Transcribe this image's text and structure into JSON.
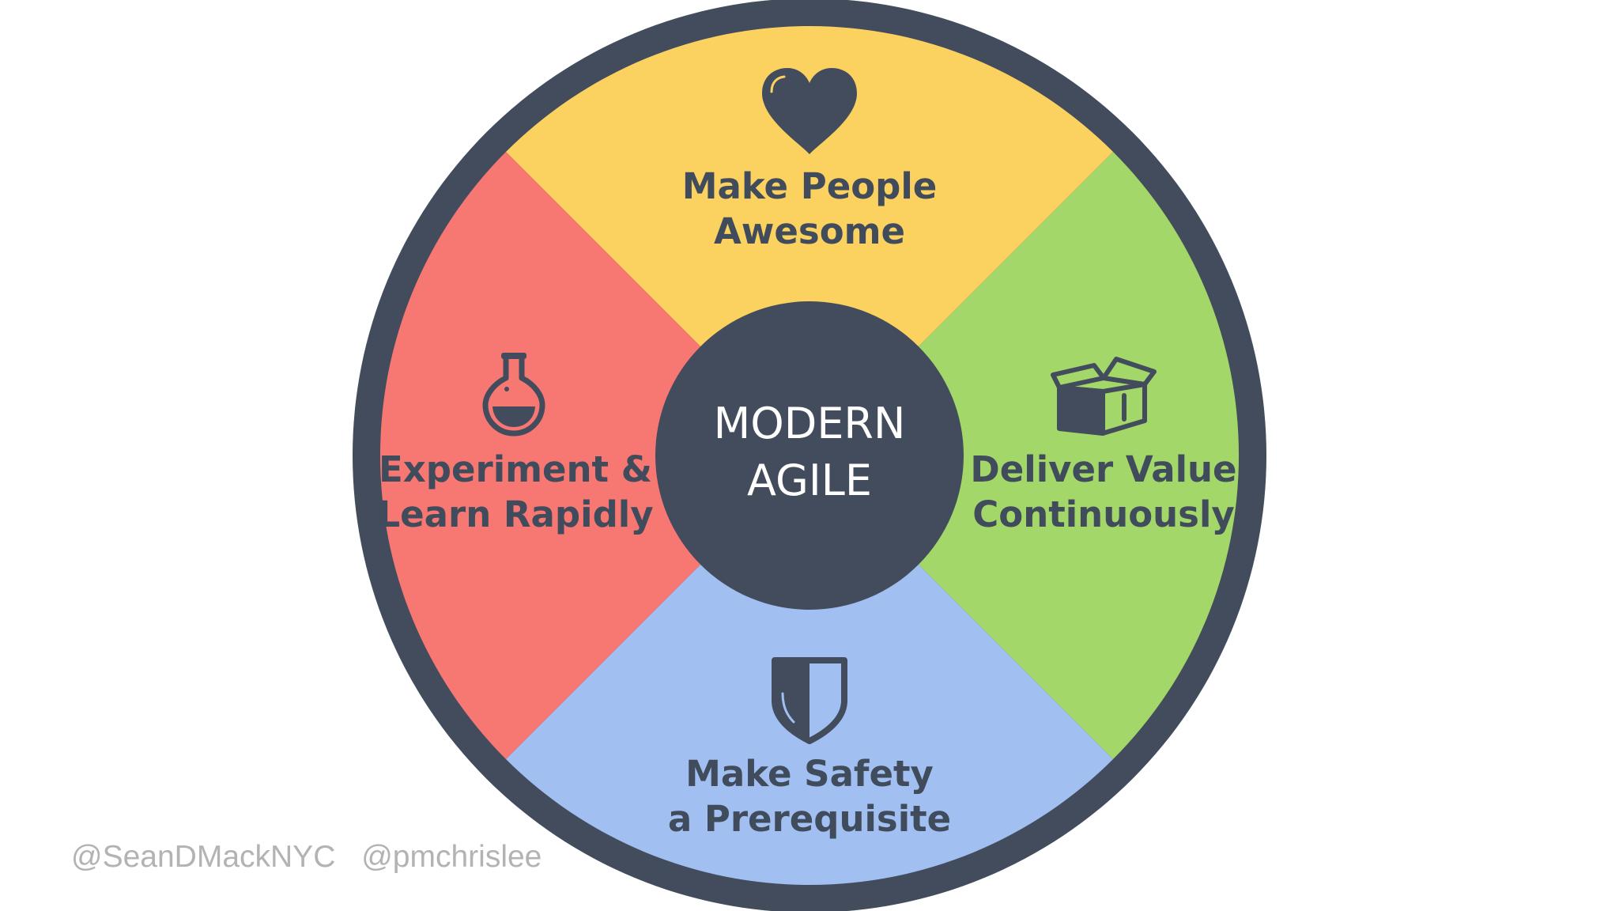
{
  "center": {
    "line1": "MODERN",
    "line2": "AGILE"
  },
  "segments": [
    {
      "id": "people",
      "line1": "Make People",
      "line2": "Awesome",
      "color": "#fbd160",
      "icon": "heart-icon"
    },
    {
      "id": "value",
      "line1": "Deliver Value",
      "line2": "Continuously",
      "color": "#a4d76a",
      "icon": "box-icon"
    },
    {
      "id": "safety",
      "line1": "Make Safety",
      "line2": "a Prerequisite",
      "color": "#a1bff0",
      "icon": "shield-icon"
    },
    {
      "id": "experiment",
      "line1": "Experiment &",
      "line2": "Learn Rapidly",
      "color": "#f77773",
      "icon": "flask-icon"
    }
  ],
  "colors": {
    "dark": "#434c5c",
    "handle_text": "#b3b3b3"
  },
  "footer": {
    "handle1": "@SeanDMackNYC",
    "handle2": "@pmchrislee"
  }
}
